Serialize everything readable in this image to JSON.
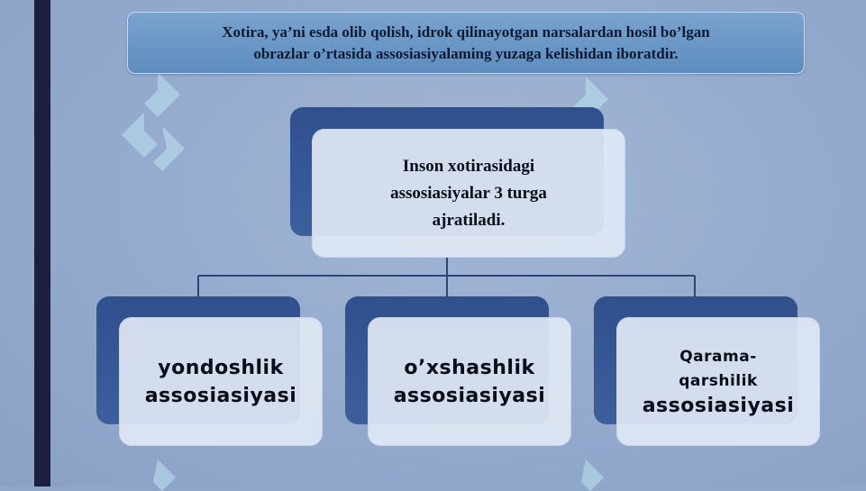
{
  "note": {
    "line1": "Xotira, ya’ni esda olib qolish, idrok qilinayotgan narsalardan hosil bo’lgan",
    "line2": "obrazlar o’rtasida assosiasiyalaming yuzaga kelishidan iboratdir."
  },
  "root": {
    "line1": "Inson xotirasidagi",
    "line2": "assosiasiyalar 3 turga",
    "line3": "ajratiladi."
  },
  "children": [
    {
      "line1": "yondoshlik",
      "line2": "assosiasiyasi"
    },
    {
      "line1": "o’xshashlik",
      "line2": "assosiasiyasi"
    },
    {
      "line1": "Qarama-",
      "line2": "qarshilik",
      "line3": "assosiasiyasi"
    }
  ],
  "colors": {
    "background": "#93aacd",
    "sidebar": "#1c1f3f",
    "note_fill": "#6b97c6",
    "back_card": "#355592",
    "front_card": "#e1e8f4",
    "connector": "#2c4579"
  },
  "watermark_icon": "logo-watermark"
}
